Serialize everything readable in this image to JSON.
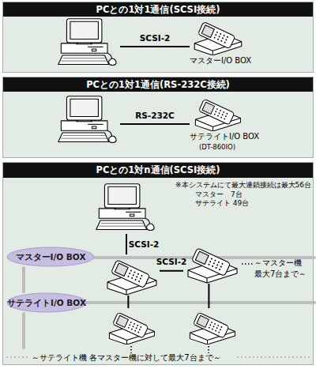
{
  "diagram": {
    "nodes": [
      {
        "text": [
          "PCとの1対1通信(SCSI接続)"
        ]
      },
      {
        "text": [],
        "in": 0
      },
      {
        "text": [
          "マスターI/O BOX"
        ],
        "in": 0
      },
      {
        "text": [
          "PCとの1対1通信(RS-232C接続)"
        ]
      },
      {
        "text": [],
        "in": 3
      },
      {
        "text": [
          "サテライトI/O BOX",
          "(DT-860IO)"
        ],
        "in": 3
      },
      {
        "text": [
          "PCとの1対n通信(SCSI接続)"
        ]
      },
      {
        "text": [],
        "in": 6
      },
      {
        "text": [
          "マスターI/O BOX"
        ],
        "in": 6
      },
      {
        "text": [],
        "in": 6
      },
      {
        "text": [],
        "in": 6
      },
      {
        "text": [
          "サテライトI/O BOX"
        ],
        "in": 6
      },
      {
        "text": [],
        "in": 6
      },
      {
        "text": [],
        "in": 6
      }
    ],
    "edges": [
      {
        "from": 1,
        "to": 2,
        "arrow": "none",
        "label": "SCSI-2"
      },
      {
        "from": 4,
        "to": 5,
        "arrow": "none",
        "label": "RS-232C"
      },
      {
        "from": 7,
        "to": 9,
        "arrow": "none",
        "label": "SCSI-2"
      },
      {
        "from": 9,
        "to": 10,
        "arrow": "none",
        "label": "SCSI-2"
      },
      {
        "from": 9,
        "to": 12,
        "arrow": "none"
      },
      {
        "from": 10,
        "to": 13,
        "arrow": "none"
      }
    ],
    "labels": [
      "※本システムにて最大連鎖接続は最大56台",
      "マスター　7台",
      "サテライト 49台",
      "～マスター機 最大7台まで～",
      "～サテライト機 各マスター機に対して最大7台まで～"
    ]
  }
}
